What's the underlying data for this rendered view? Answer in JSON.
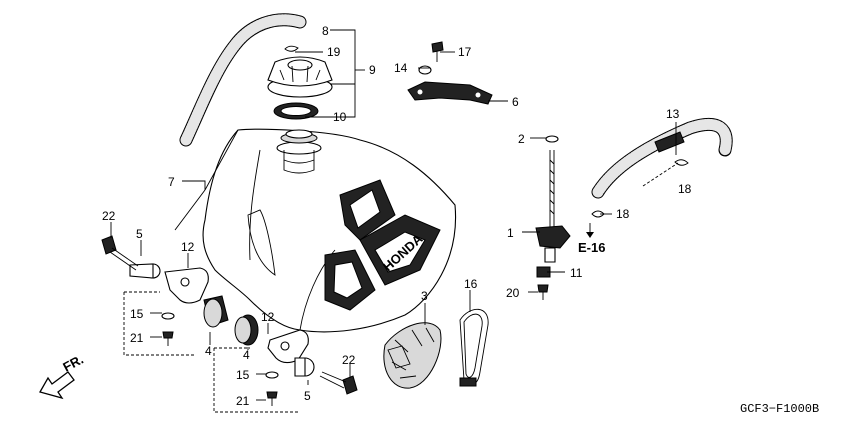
{
  "diagram": {
    "code": "GCF3−F1000B",
    "direction_label": "FR.",
    "reference_label": "E-16"
  },
  "callouts": {
    "c1": "1",
    "c2": "2",
    "c3": "3",
    "c4a": "4",
    "c4b": "4",
    "c5a": "5",
    "c5b": "5",
    "c6": "6",
    "c7": "7",
    "c8": "8",
    "c9": "9",
    "c10": "10",
    "c11": "11",
    "c12a": "12",
    "c12b": "12",
    "c13": "13",
    "c14": "14",
    "c15a": "15",
    "c15b": "15",
    "c16": "16",
    "c17": "17",
    "c18a": "18",
    "c18b": "18",
    "c19": "19",
    "c20": "20",
    "c21a": "21",
    "c21b": "21",
    "c22a": "22",
    "c22b": "22"
  },
  "tank_graphic_text": "HONDA"
}
